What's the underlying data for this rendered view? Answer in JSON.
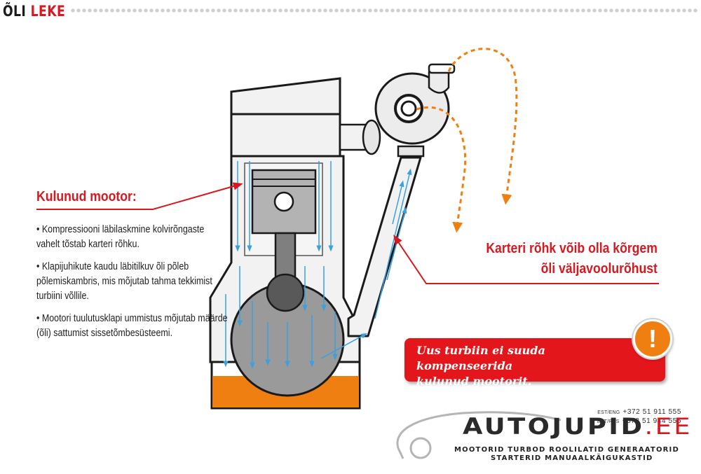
{
  "header": {
    "title_part1": "ÕLI",
    "title_part2": "LEKE"
  },
  "left_callout": {
    "heading": "Kulunud mootor:",
    "bullets": [
      "• Kompressiooni läbilaskmine kolvirõngaste vahelt tõstab karteri rõhku.",
      "• Klapijuhikute kaudu läbitilkuv õli põleb põlemiskambris, mis mõjutab tahma tekkimist turbiini võllile.",
      "• Mootori tuulutusklapi ummistus mõjutab määrde (õli) sattumist sissetõmbesüsteemi."
    ]
  },
  "right_callout": {
    "line1": "Karteri rõhk võib olla kõrgem",
    "line2": "õli väljavoolurõhust"
  },
  "warning": {
    "symbol": "!",
    "line1": "Uus turbiin ei suuda kompenseerida",
    "line2": "kulunud mootorit."
  },
  "contact": {
    "line1_prefix": "EST/ENG",
    "line1_phone": "+372 51 911 555",
    "line2_prefix": "EST/RUS",
    "line2_phone": "+372 51 944 555"
  },
  "brand": {
    "name_main": "AUTOJUPID",
    "name_ext": ".EE",
    "tagline1": "MOOTORID TURBOD ROOLILATID GENERAATORID",
    "tagline2": "STARTERID MANUAALKÄIGUKASTID"
  },
  "colors": {
    "accent_red": "#d7191f",
    "oil_orange": "#f07f12",
    "flow_blue": "#3aa0de",
    "engine_fill": "#f2f2f2"
  },
  "icons": [
    "exclamation-icon",
    "car-silhouette-icon"
  ]
}
